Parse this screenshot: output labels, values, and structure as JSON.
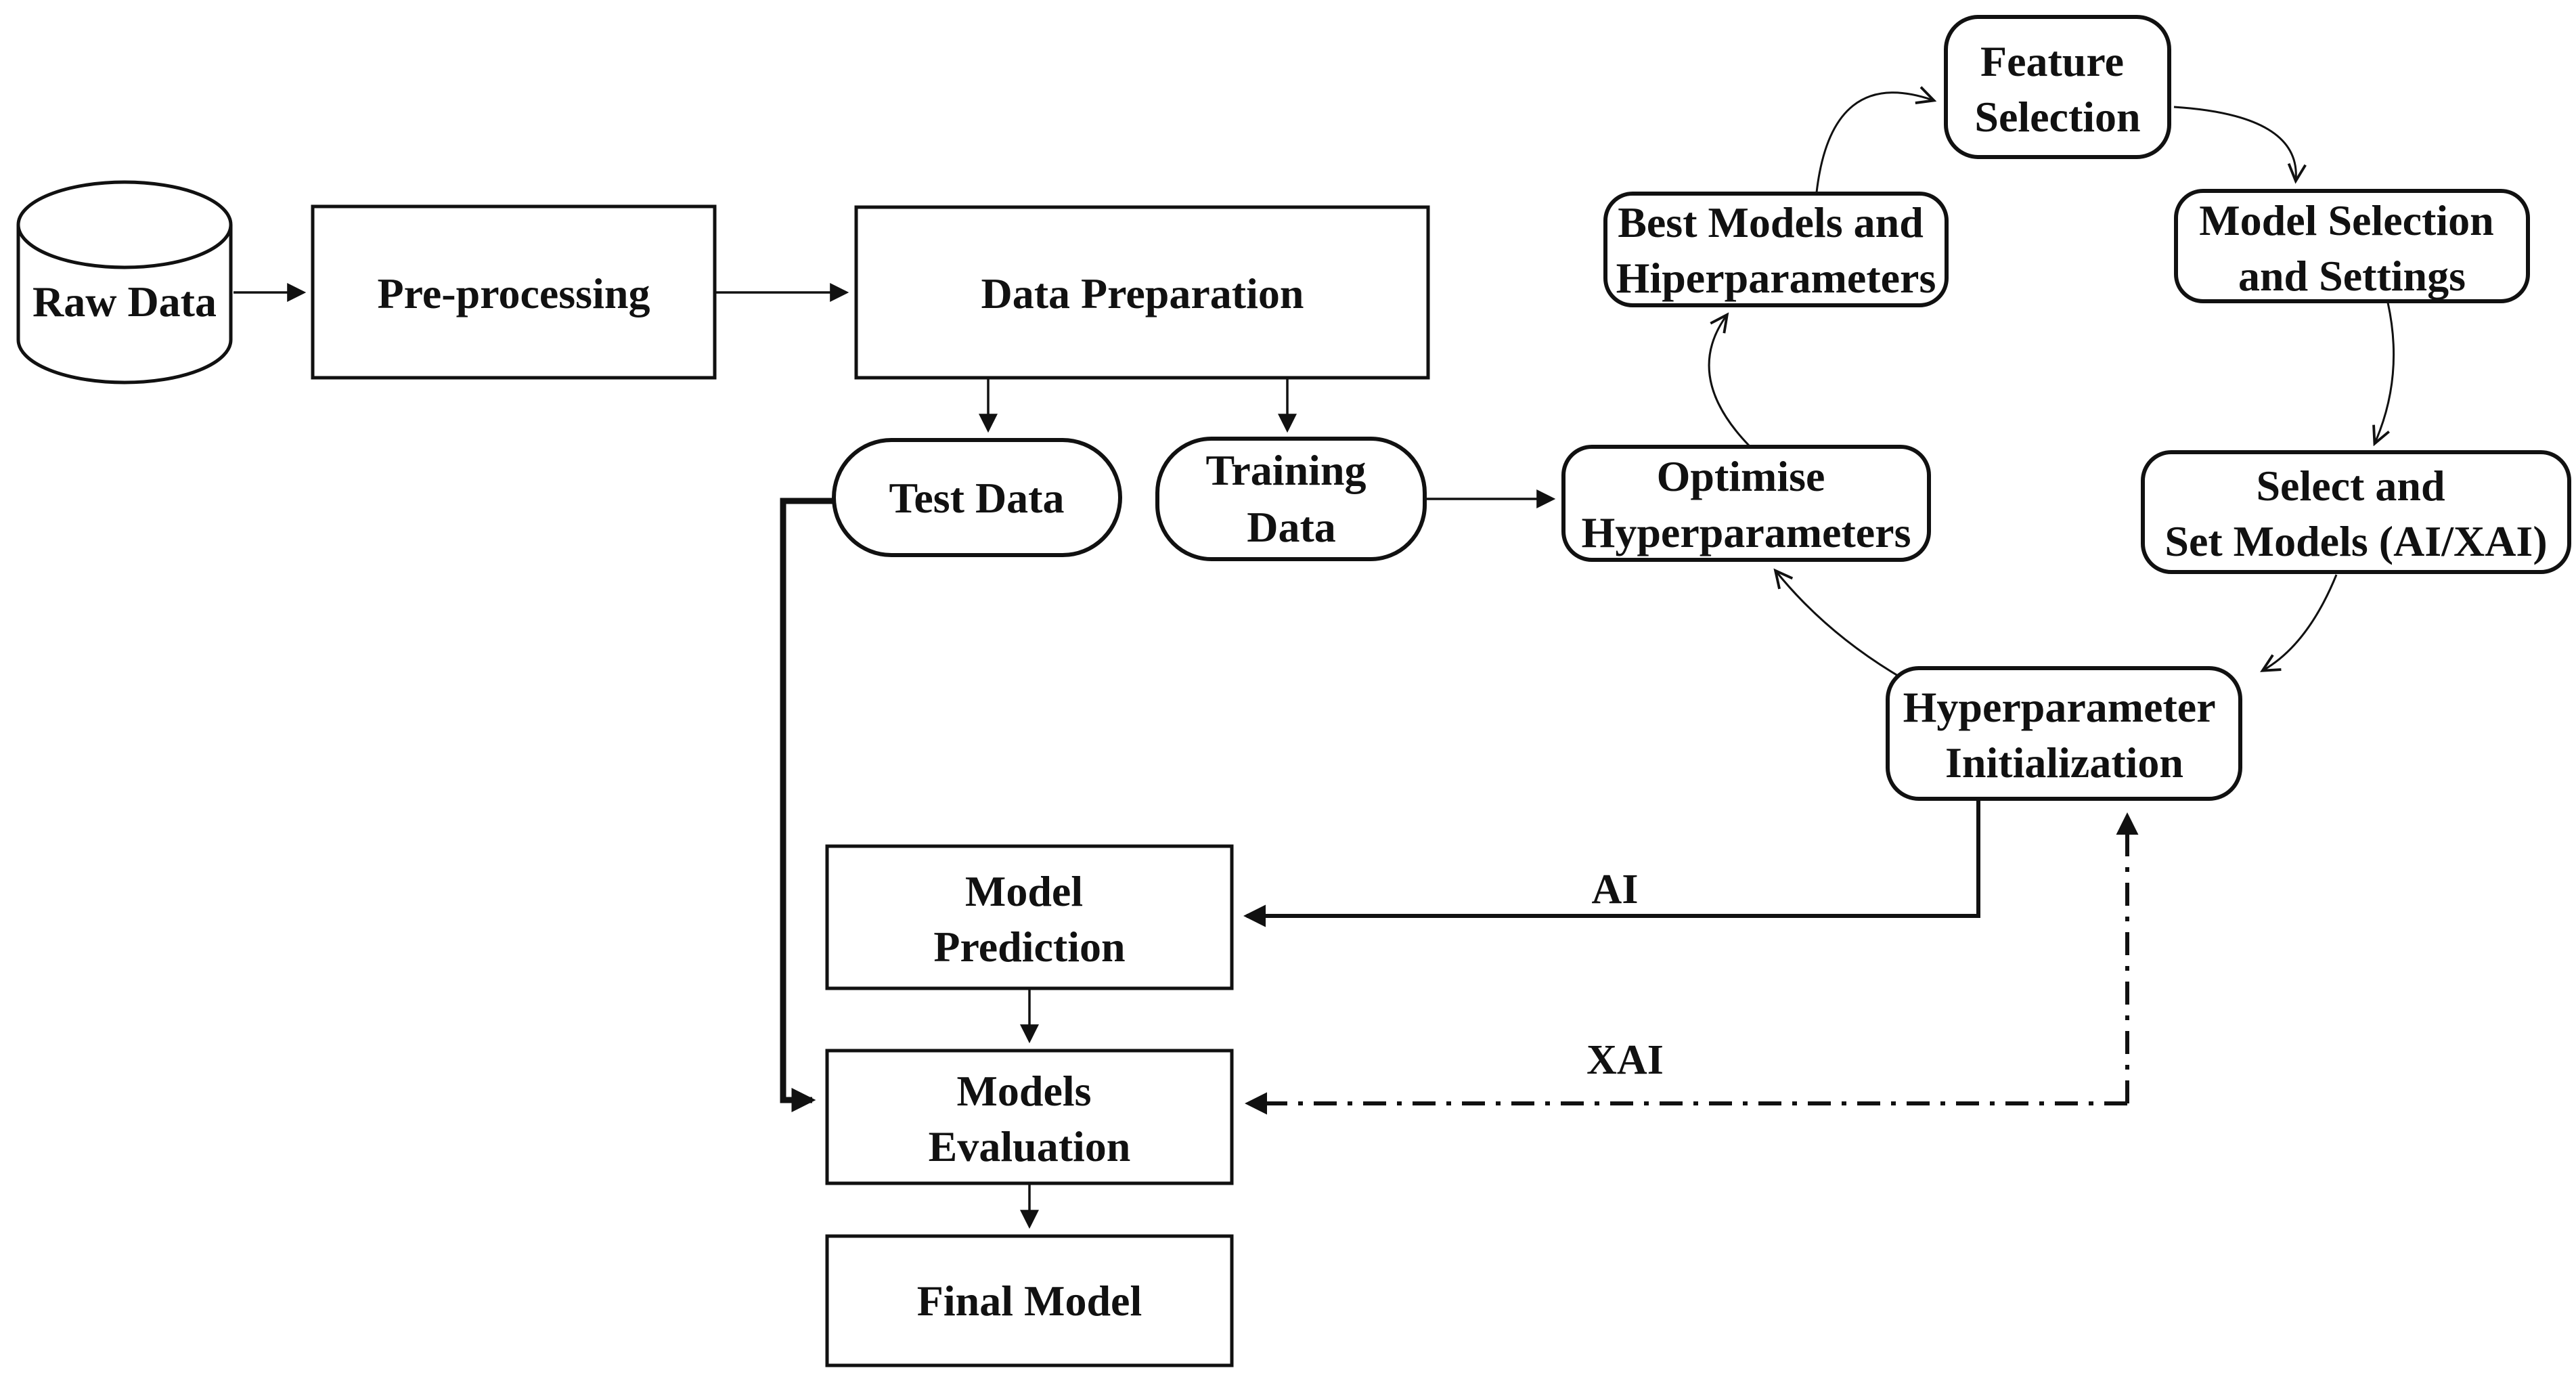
{
  "page": {
    "background": "#ffffff",
    "ink": "#111111"
  },
  "diagram": {
    "type": "flowchart",
    "nodes": {
      "raw_data": {
        "shape": "cylinder",
        "lines": [
          "Raw Data"
        ]
      },
      "pre_processing": {
        "shape": "rect",
        "lines": [
          "Pre-processing"
        ]
      },
      "data_preparation": {
        "shape": "rect",
        "lines": [
          "Data Preparation"
        ]
      },
      "test_data": {
        "shape": "stadium",
        "lines": [
          "Test Data"
        ]
      },
      "training_data": {
        "shape": "stadium",
        "lines": [
          "Training",
          "Data"
        ]
      },
      "optimise_hyperparameters": {
        "shape": "rounded-rect",
        "lines": [
          "Optimise",
          "Hyperparameters"
        ]
      },
      "best_models": {
        "shape": "rounded-rect",
        "lines": [
          "Best Models and",
          "Hiperparameters"
        ]
      },
      "feature_selection": {
        "shape": "rounded-rect",
        "lines": [
          "Feature",
          "Selection"
        ]
      },
      "model_selection": {
        "shape": "rounded-rect",
        "lines": [
          "Model Selection",
          "and Settings"
        ]
      },
      "select_set_models": {
        "shape": "rounded-rect",
        "lines": [
          "Select and",
          "Set Models (AI/XAI)"
        ]
      },
      "hyperparameter_initialization": {
        "shape": "rounded-rect",
        "lines": [
          "Hyperparameter",
          "Initialization"
        ]
      },
      "model_prediction": {
        "shape": "rect",
        "lines": [
          "Model",
          "Prediction"
        ]
      },
      "models_evaluation": {
        "shape": "rect",
        "lines": [
          "Models",
          "Evaluation"
        ]
      },
      "final_model": {
        "shape": "rect",
        "lines": [
          "Final Model"
        ]
      }
    },
    "edge_labels": {
      "ai": "AI",
      "xai": "XAI"
    },
    "edges": [
      {
        "from": "raw_data",
        "to": "pre_processing",
        "style": "solid"
      },
      {
        "from": "pre_processing",
        "to": "data_preparation",
        "style": "solid"
      },
      {
        "from": "data_preparation",
        "to": "test_data",
        "style": "solid"
      },
      {
        "from": "data_preparation",
        "to": "training_data",
        "style": "solid"
      },
      {
        "from": "training_data",
        "to": "optimise_hyperparameters",
        "style": "solid"
      },
      {
        "from": "optimise_hyperparameters",
        "to": "best_models",
        "style": "curved"
      },
      {
        "from": "best_models",
        "to": "feature_selection",
        "style": "curved"
      },
      {
        "from": "feature_selection",
        "to": "model_selection",
        "style": "curved"
      },
      {
        "from": "model_selection",
        "to": "select_set_models",
        "style": "curved"
      },
      {
        "from": "select_set_models",
        "to": "hyperparameter_initialization",
        "style": "curved"
      },
      {
        "from": "hyperparameter_initialization",
        "to": "optimise_hyperparameters",
        "style": "curved"
      },
      {
        "from": "hyperparameter_initialization",
        "to": "model_prediction",
        "style": "solid",
        "label": "AI"
      },
      {
        "from": "hyperparameter_initialization",
        "to": "models_evaluation",
        "style": "dash-dot",
        "label": "XAI",
        "arrows": "both"
      },
      {
        "from": "test_data",
        "to": "models_evaluation",
        "style": "solid-thick"
      },
      {
        "from": "model_prediction",
        "to": "models_evaluation",
        "style": "solid"
      },
      {
        "from": "models_evaluation",
        "to": "final_model",
        "style": "solid"
      }
    ]
  }
}
